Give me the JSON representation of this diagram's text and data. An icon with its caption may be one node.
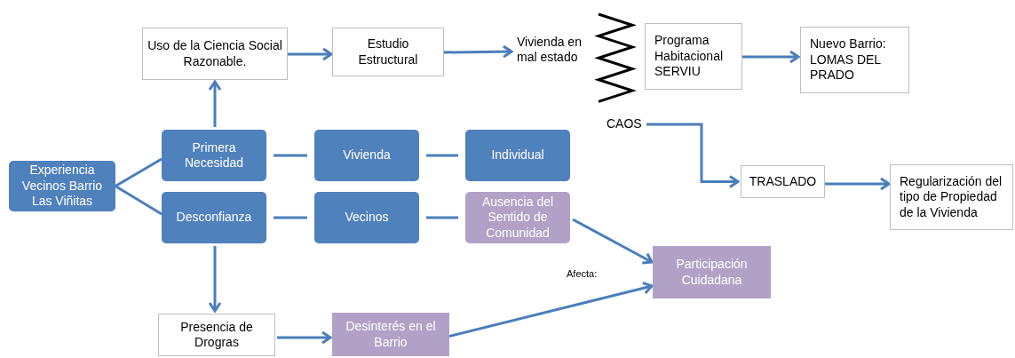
{
  "diagram": {
    "nodes": [
      {
        "text": [
          "Experiencia Vecinos Barrio Las Viñitas"
        ]
      },
      {
        "text": [
          "Primera Necesidad"
        ]
      },
      {
        "text": [
          "Desconfianza"
        ]
      },
      {
        "text": [
          "Vivienda"
        ]
      },
      {
        "text": [
          "Vecinos"
        ]
      },
      {
        "text": [
          "Individual"
        ]
      },
      {
        "text": [
          "Ausencia del Sentido de Comunidad"
        ]
      },
      {
        "text": [
          "Uso de la Ciencia Social Razonable."
        ]
      },
      {
        "text": [
          "Estudio Estructural"
        ]
      },
      {
        "text": [
          "Vivienda en mal estado"
        ]
      },
      {
        "text": [
          "Programa Habitacional SERVIU"
        ]
      },
      {
        "text": [
          "Nuevo Barrio: LOMAS DEL PRADO"
        ]
      },
      {
        "text": [
          "CAOS"
        ]
      },
      {
        "text": [
          "TRASLADO"
        ]
      },
      {
        "text": [
          "Regularización del tipo de Propiedad de la Vivienda"
        ]
      },
      {
        "text": [
          "Participación Cuidadana"
        ]
      },
      {
        "text": [
          "Presencia de Drogras"
        ]
      },
      {
        "text": [
          "Desinterés en el Barrio"
        ]
      }
    ],
    "edges": [
      {
        "from": 0,
        "to": 1,
        "arrow": "none"
      },
      {
        "from": 0,
        "to": 2,
        "arrow": "none"
      },
      {
        "from": 1,
        "to": 3,
        "arrow": "none"
      },
      {
        "from": 3,
        "to": 5,
        "arrow": "none"
      },
      {
        "from": 2,
        "to": 4,
        "arrow": "none"
      },
      {
        "from": 4,
        "to": 6,
        "arrow": "none"
      },
      {
        "from": 1,
        "to": 7,
        "arrow": "to"
      },
      {
        "from": 7,
        "to": 8,
        "arrow": "to"
      },
      {
        "from": 8,
        "to": 9,
        "arrow": "to"
      },
      {
        "from": 10,
        "to": 11,
        "arrow": "to"
      },
      {
        "from": 12,
        "to": 13,
        "arrow": "to"
      },
      {
        "from": 13,
        "to": 14,
        "arrow": "to"
      },
      {
        "from": 6,
        "to": 15,
        "arrow": "to"
      },
      {
        "from": 17,
        "to": 15,
        "arrow": "to"
      },
      {
        "from": 2,
        "to": 16,
        "arrow": "to"
      },
      {
        "from": 16,
        "to": 17,
        "arrow": "to"
      }
    ],
    "labels": [
      "Afecta:"
    ]
  }
}
